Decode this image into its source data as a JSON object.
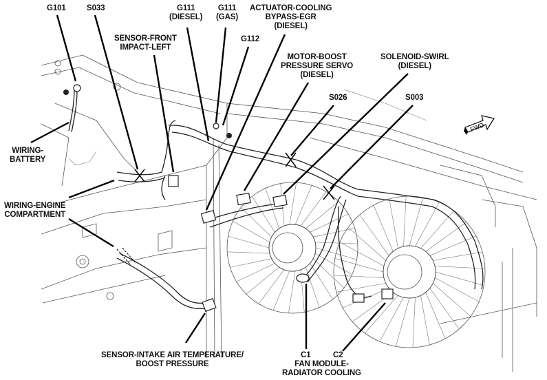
{
  "figure": {
    "type": "wiring-harness-location-diagram",
    "subject": "Engine compartment wiring, left front",
    "orientation_indicator": {
      "icon": "fwd-arrow-icon",
      "text": "FWD"
    }
  },
  "labels": [
    {
      "id": "g101",
      "lines": [
        "G101"
      ]
    },
    {
      "id": "s033",
      "lines": [
        "S033"
      ]
    },
    {
      "id": "g111-diesel",
      "lines": [
        "G111",
        "(DIESEL)"
      ]
    },
    {
      "id": "g111-gas",
      "lines": [
        "G111",
        "(GAS)"
      ]
    },
    {
      "id": "actuator-cooling-bypass-egr",
      "lines": [
        "ACTUATOR-COOLING",
        "BYPASS-EGR",
        "(DIESEL)"
      ]
    },
    {
      "id": "sensor-front-impact-left",
      "lines": [
        "SENSOR-FRONT",
        "IMPACT-LEFT"
      ]
    },
    {
      "id": "g112",
      "lines": [
        "G112"
      ]
    },
    {
      "id": "motor-boost-pressure-servo",
      "lines": [
        "MOTOR-BOOST",
        "PRESSURE SERVO",
        "(DIESEL)"
      ]
    },
    {
      "id": "solenoid-swirl",
      "lines": [
        "SOLENOID-SWIRL",
        "(DIESEL)"
      ]
    },
    {
      "id": "s026",
      "lines": [
        "S026"
      ]
    },
    {
      "id": "s003",
      "lines": [
        "S003"
      ]
    },
    {
      "id": "wiring-battery",
      "lines": [
        "WIRING-",
        "BATTERY"
      ]
    },
    {
      "id": "wiring-engine-compartment",
      "lines": [
        "WIRING-ENGINE",
        "COMPARTMENT"
      ]
    },
    {
      "id": "sensor-intake-air-temp",
      "lines": [
        "SENSOR-INTAKE AIR TEMPERATURE/",
        "BOOST PRESSURE"
      ]
    },
    {
      "id": "c1",
      "lines": [
        "C1"
      ]
    },
    {
      "id": "c2",
      "lines": [
        "C2"
      ]
    },
    {
      "id": "fan-module-radiator-cooling",
      "lines": [
        "FAN MODULE-",
        "RADIATOR COOLING"
      ]
    }
  ]
}
